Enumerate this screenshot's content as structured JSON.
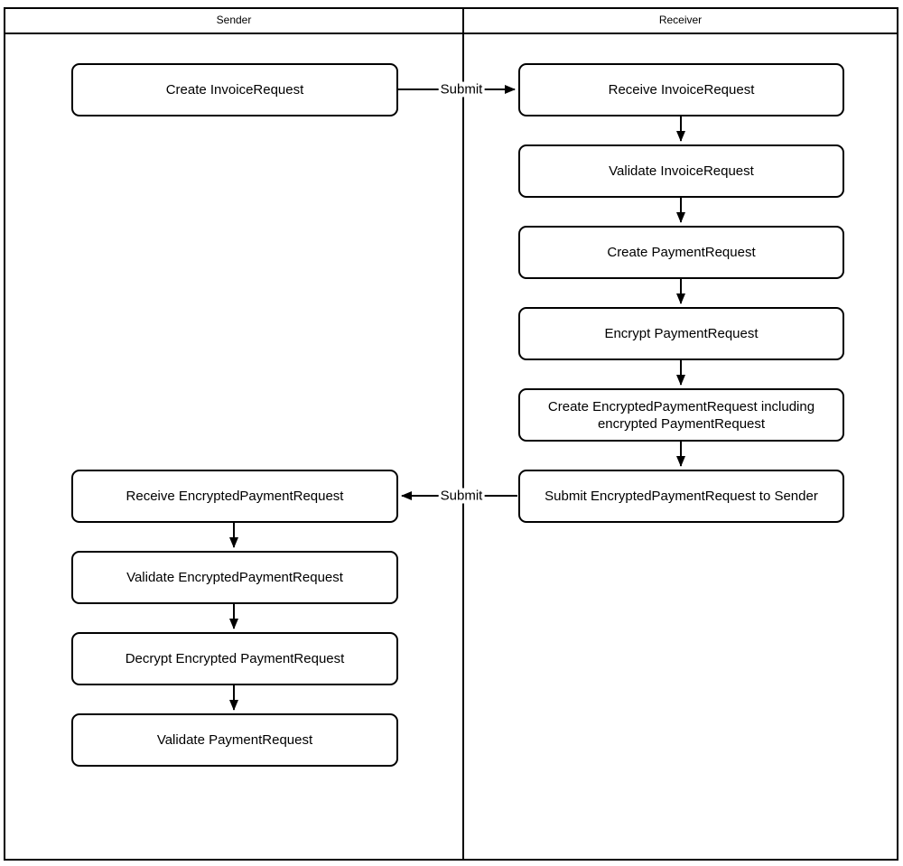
{
  "diagram": {
    "type": "swimlane-flowchart",
    "colors": {
      "line": "#000000",
      "node_fill": "#ffffff",
      "background": "#ffffff"
    },
    "lanes": [
      {
        "id": "sender",
        "label": "Sender"
      },
      {
        "id": "receiver",
        "label": "Receiver"
      }
    ],
    "nodes": [
      {
        "id": "create-invoicerequest",
        "lane": "sender",
        "label": "Create InvoiceRequest"
      },
      {
        "id": "receive-invoicerequest",
        "lane": "receiver",
        "label": "Receive InvoiceRequest"
      },
      {
        "id": "validate-invoicerequest",
        "lane": "receiver",
        "label": "Validate InvoiceRequest"
      },
      {
        "id": "create-paymentrequest",
        "lane": "receiver",
        "label": "Create PaymentRequest"
      },
      {
        "id": "encrypt-paymentrequest",
        "lane": "receiver",
        "label": "Encrypt PaymentRequest"
      },
      {
        "id": "create-encryptedpaymentrequest",
        "lane": "receiver",
        "label": "Create EncryptedPaymentRequest including encrypted PaymentRequest"
      },
      {
        "id": "submit-encryptedpaymentrequest",
        "lane": "receiver",
        "label": "Submit EncryptedPaymentRequest to Sender"
      },
      {
        "id": "receive-encryptedpaymentrequest",
        "lane": "sender",
        "label": "Receive EncryptedPaymentRequest"
      },
      {
        "id": "validate-encryptedpaymentrequest",
        "lane": "sender",
        "label": "Validate EncryptedPaymentRequest"
      },
      {
        "id": "decrypt-encrypted-paymentrequest",
        "lane": "sender",
        "label": "Decrypt Encrypted PaymentRequest"
      },
      {
        "id": "validate-paymentrequest",
        "lane": "sender",
        "label": "Validate PaymentRequest"
      }
    ],
    "edges": [
      {
        "from": "create-invoicerequest",
        "to": "receive-invoicerequest",
        "label": "Submit"
      },
      {
        "from": "receive-invoicerequest",
        "to": "validate-invoicerequest",
        "label": ""
      },
      {
        "from": "validate-invoicerequest",
        "to": "create-paymentrequest",
        "label": ""
      },
      {
        "from": "create-paymentrequest",
        "to": "encrypt-paymentrequest",
        "label": ""
      },
      {
        "from": "encrypt-paymentrequest",
        "to": "create-encryptedpaymentrequest",
        "label": ""
      },
      {
        "from": "create-encryptedpaymentrequest",
        "to": "submit-encryptedpaymentrequest",
        "label": ""
      },
      {
        "from": "submit-encryptedpaymentrequest",
        "to": "receive-encryptedpaymentrequest",
        "label": "Submit"
      },
      {
        "from": "receive-encryptedpaymentrequest",
        "to": "validate-encryptedpaymentrequest",
        "label": ""
      },
      {
        "from": "validate-encryptedpaymentrequest",
        "to": "decrypt-encrypted-paymentrequest",
        "label": ""
      },
      {
        "from": "decrypt-encrypted-paymentrequest",
        "to": "validate-paymentrequest",
        "label": ""
      }
    ]
  }
}
